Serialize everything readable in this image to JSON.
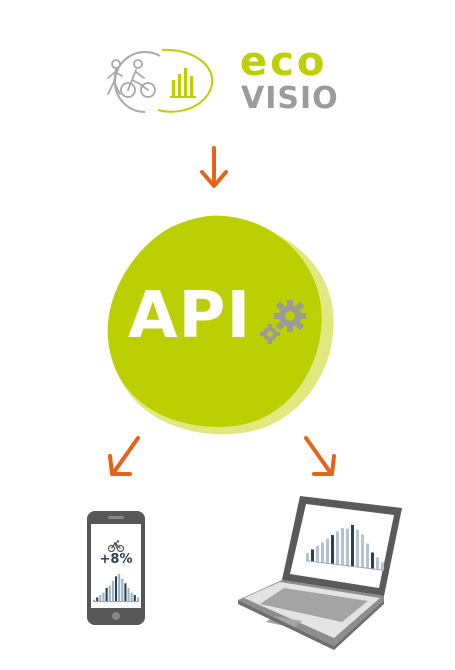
{
  "brand": {
    "word_1": "eco",
    "word_2": "VISIO",
    "logo_icon": "cyclist-pedestrian-counter-icon",
    "accent_color": "#bccf00",
    "gray_color": "#9b9b9b"
  },
  "api_blob": {
    "label": "API",
    "icon": "gears-icon",
    "fill_color": "#bccf00",
    "shadow_color": "#e1e87f"
  },
  "arrows": {
    "color": "#e8631a"
  },
  "phone": {
    "icon": "bicycle-icon",
    "stat": "+8%",
    "bars": [
      1,
      2,
      3,
      4,
      6,
      7,
      9,
      11,
      12,
      10,
      8,
      6,
      4,
      3,
      2
    ]
  },
  "laptop": {
    "bars": [
      2,
      3,
      4,
      5,
      6,
      7,
      8,
      9,
      9,
      10,
      9,
      8,
      6,
      4,
      3,
      2
    ]
  }
}
